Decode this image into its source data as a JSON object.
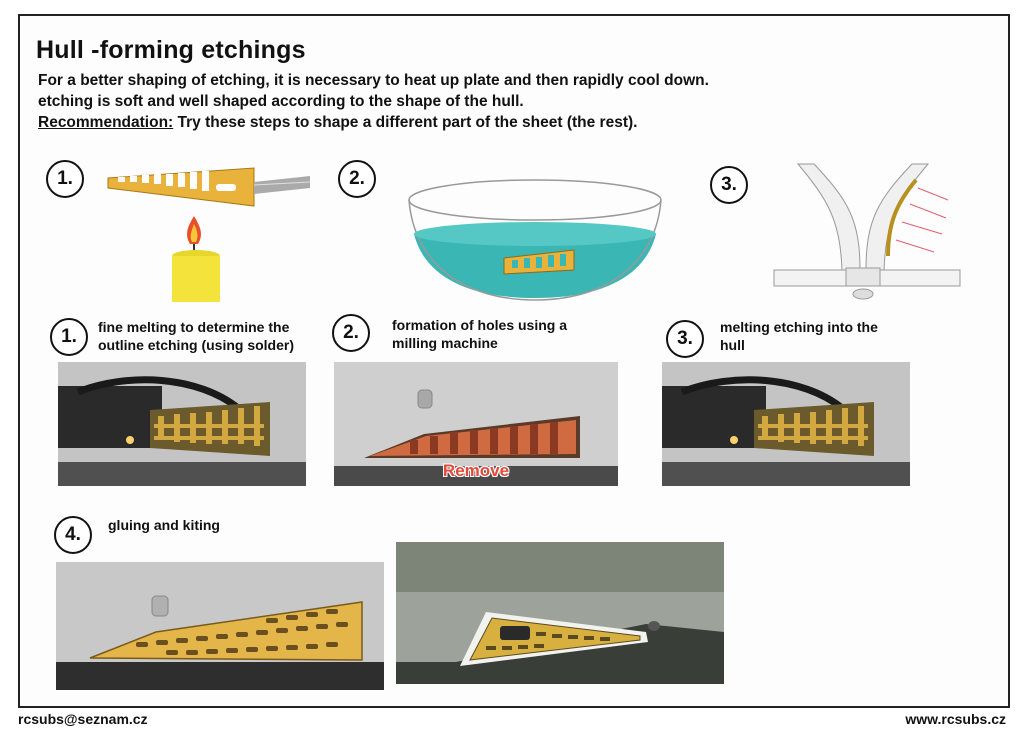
{
  "header": {
    "title": "Hull -forming etchings",
    "line1": "For a better shaping of etching, it is necessary to heat up plate and then rapidly cool down.",
    "line2": "etching is soft and well shaped according to the shape of the hull.",
    "recommendation_label": "Recommendation:",
    "recommendation_text": " Try these steps to shape a different part of the sheet (the rest)."
  },
  "illustrations": [
    {
      "number": "1.",
      "icon": "candle-heating-icon"
    },
    {
      "number": "2.",
      "icon": "water-bowl-icon"
    },
    {
      "number": "3.",
      "icon": "hull-bending-icon"
    }
  ],
  "steps": [
    {
      "number": "1.",
      "caption_line1": "fine melting to determine the",
      "caption_line2": "outline etching (using solder)"
    },
    {
      "number": "2.",
      "caption_line1": "formation of holes using a",
      "caption_line2": "milling machine",
      "overlay_label": "Remove"
    },
    {
      "number": "3.",
      "caption_line1": "melting etching into the",
      "caption_line2": "hull"
    },
    {
      "number": "4.",
      "caption_line1": "gluing and kiting",
      "caption_line2": ""
    }
  ],
  "footer": {
    "email": "rcsubs@seznam.cz",
    "website": "www.rcsubs.cz"
  },
  "colors": {
    "etch_gold": "#e9b23a",
    "water": "#3ab7b4",
    "remove_red": "#e24a3a",
    "candle": "#f3e33a"
  }
}
